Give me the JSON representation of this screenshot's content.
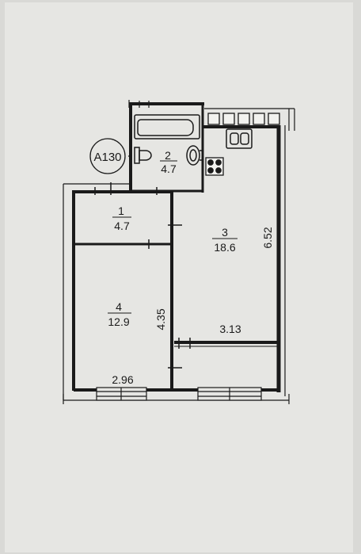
{
  "plan": {
    "apartment_code": "A130",
    "rooms": [
      {
        "number": "1",
        "area": "4.7"
      },
      {
        "number": "2",
        "area": "4.7"
      },
      {
        "number": "3",
        "area": "18.6"
      },
      {
        "number": "4",
        "area": "12.9"
      }
    ],
    "dimensions": {
      "room3_height": "6.52",
      "room3_width": "3.13",
      "room4_height": "4.35",
      "room4_width": "2.96"
    }
  }
}
